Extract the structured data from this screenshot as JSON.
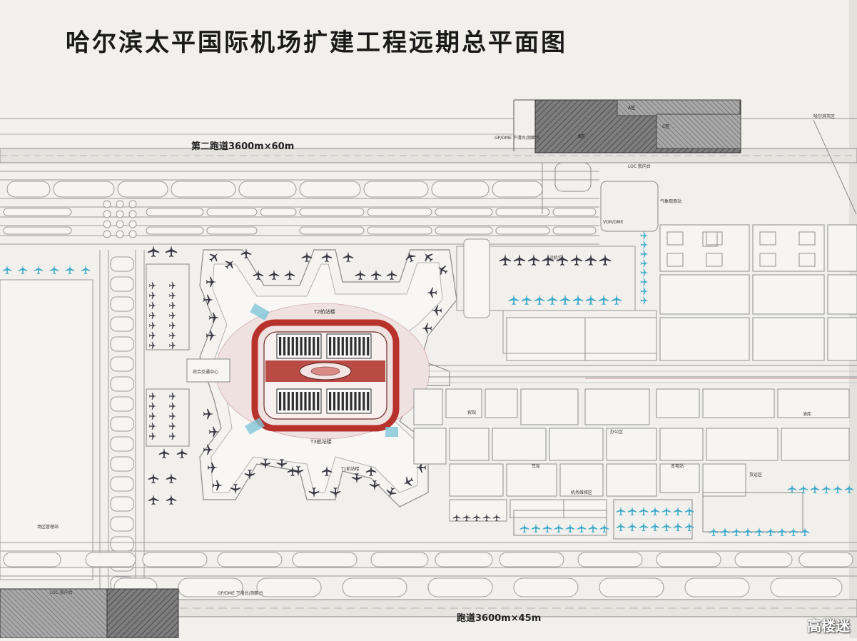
{
  "title": "哈尔滨太平国际机场扩建工程远期总平面图",
  "runways": {
    "second": "第二跑道3600m×60m",
    "main": "跑道3600m×45m"
  },
  "labels": {
    "gp_dme_top": "GP/DME 下滑台/测距台",
    "gp_dme_bottom": "GP/DME 下滑台/测距台",
    "loc_top": "LOC 航向台",
    "loc_bottom": "LOC 航向台",
    "zone_a": "A区",
    "zone_b": "B区",
    "zone_c": "C区",
    "weather": "气象观测站",
    "terminal_north": "T2航站楼",
    "terminal_south": "T3航站楼",
    "t1": "T1航站楼",
    "transport_center": "综合交通中心",
    "remote_stands": "远机位",
    "cargo": "货运区",
    "fuel": "油库",
    "maintenance": "机务维修区",
    "field_station": "场区管理站",
    "hotel": "宾馆",
    "office": "办公区",
    "power": "变电站",
    "garage": "车库",
    "near_city": "哈尔滨市区",
    "vor": "VOR/DME"
  },
  "icons": {
    "aircraft": "aircraft-icon",
    "colors": {
      "terminal_red": "#b8322c",
      "apron_line": "#9a9a9a",
      "cyan_aircraft": "#3aa9c9",
      "dark_aircraft": "#3a3a46"
    }
  },
  "watermark": "高楼迷"
}
